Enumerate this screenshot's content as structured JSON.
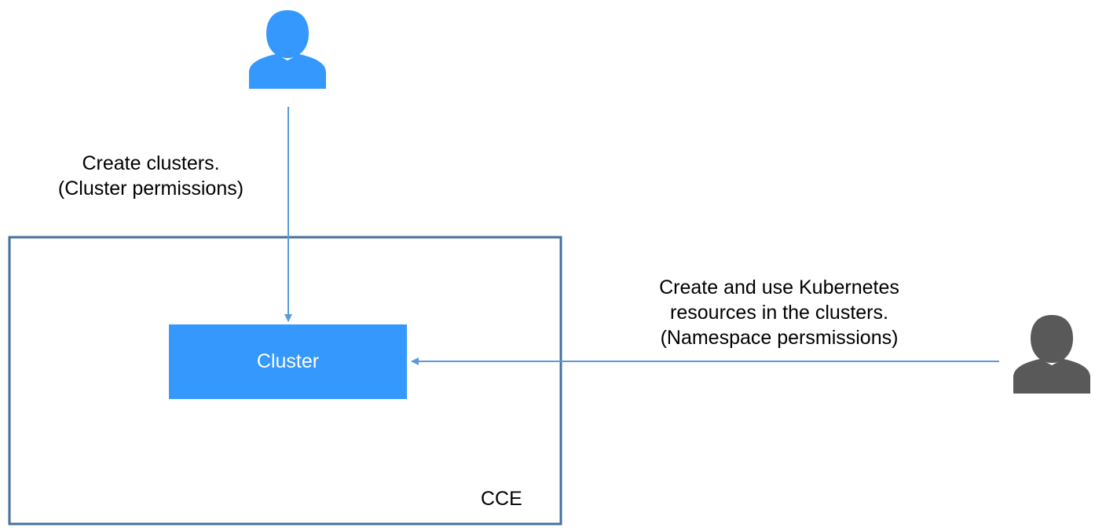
{
  "colors": {
    "accent": "#3498fd",
    "frame": "#44709c",
    "arrow": "#5b9bd5",
    "admin_user": "#3498fd",
    "ns_user": "#595959"
  },
  "icons": {
    "admin": "user-icon",
    "namespace_user": "user-icon"
  },
  "cluster_edge": {
    "line1": "Create clusters.",
    "line2": "(Cluster permissions)"
  },
  "namespace_edge": {
    "line1": "Create and use Kubernetes",
    "line2": "resources in the clusters.",
    "line3": "(Namespace persmissions)"
  },
  "cluster": {
    "label": "Cluster"
  },
  "cce": {
    "label": "CCE"
  }
}
